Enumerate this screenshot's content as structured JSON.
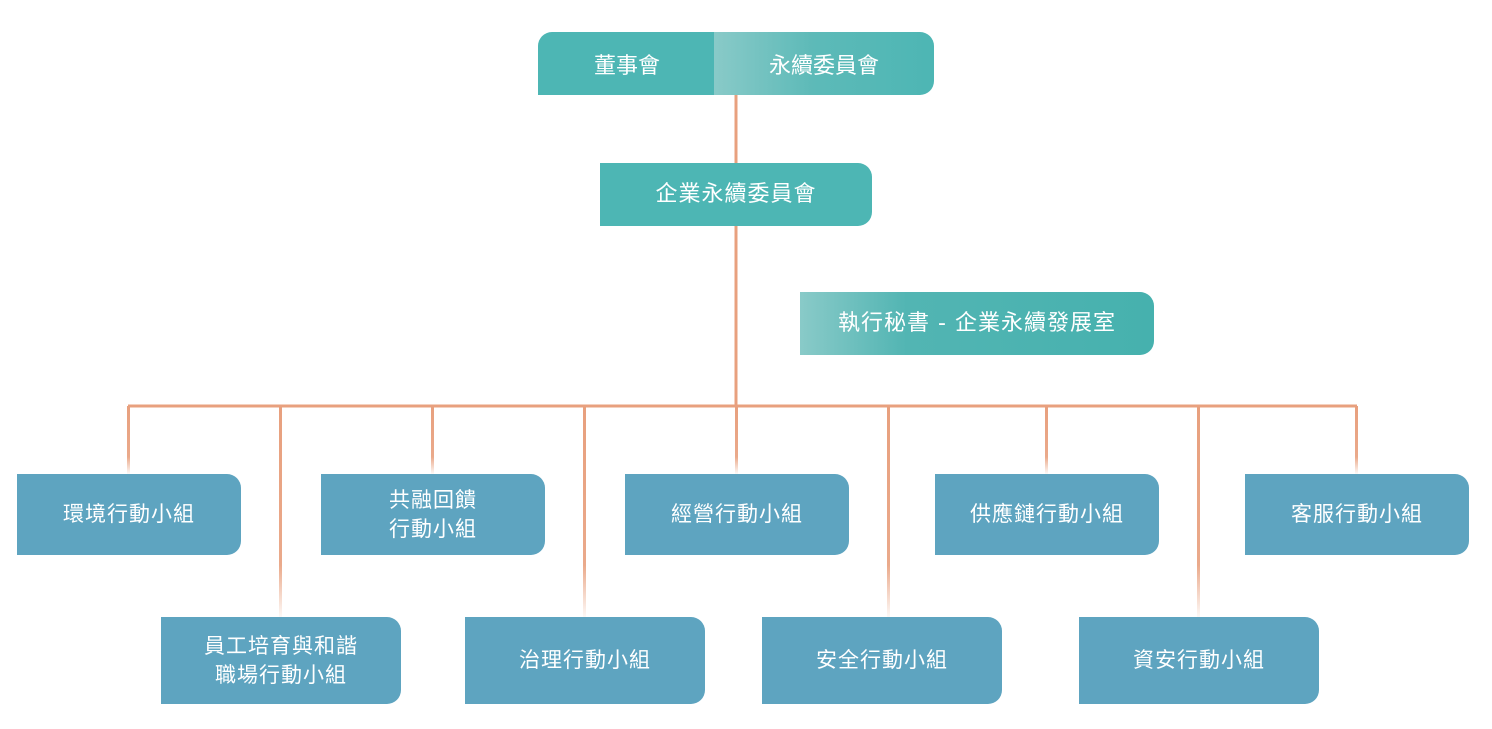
{
  "colors": {
    "teal": "#4db6b4",
    "blue": "#5ea4c0",
    "connector": "#e8a07e"
  },
  "top": {
    "board": "董事會",
    "sustainability_committee": "永續委員會"
  },
  "corporate_committee": "企業永續委員會",
  "secretary": "執行秘書 - 企業永續發展室",
  "groups_upper": [
    {
      "lines": [
        "環境行動小組"
      ]
    },
    {
      "lines": [
        "共融回饋",
        "行動小組"
      ]
    },
    {
      "lines": [
        "經營行動小組"
      ]
    },
    {
      "lines": [
        "供應鏈行動小組"
      ]
    },
    {
      "lines": [
        "客服行動小組"
      ]
    }
  ],
  "groups_lower": [
    {
      "lines": [
        "員工培育與和諧",
        "職場行動小組"
      ]
    },
    {
      "lines": [
        "治理行動小組"
      ]
    },
    {
      "lines": [
        "安全行動小組"
      ]
    },
    {
      "lines": [
        "資安行動小組"
      ]
    }
  ]
}
